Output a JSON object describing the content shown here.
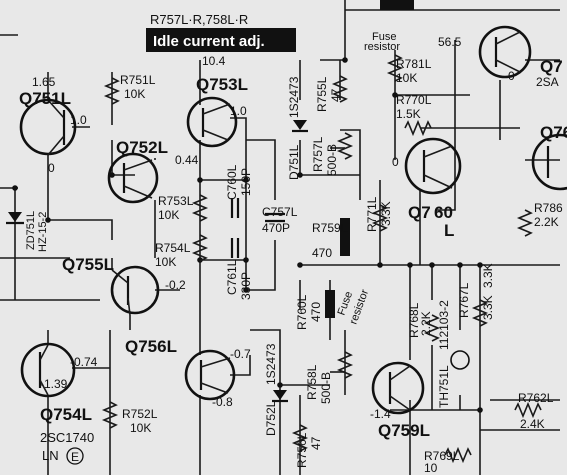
{
  "header": {
    "top_label": "R757L·R,758L·R",
    "banner": "Idle current adj.",
    "fuse_top": "Fuse",
    "fuse_top2": "resistor"
  },
  "transistors": {
    "q751": "Q751L",
    "q752": "Q752L",
    "q753": "Q753L",
    "q754": "Q754L",
    "q755": "Q755L",
    "q756": "Q756L",
    "q759": "Q759L",
    "q760a": "Q7",
    "q760b": "60",
    "q760c": "L",
    "q76x": "Q76",
    "q7edge": "Q7"
  },
  "voltages": {
    "v_165": "1.65",
    "v_10_q751": "1.0",
    "v_104": "10.4",
    "v_10_q753": "1.0",
    "v_044": "0.44",
    "v_m02": "-0.2",
    "v_m074": "-0.74",
    "v_m139": "-1.39",
    "v_m07": "-0.7",
    "v_m08": "-0.8",
    "v_m14": "-1.4",
    "v_565": "56.5",
    "v_0a": "0",
    "v_0b": "0",
    "v_0c": "0"
  },
  "components": {
    "r751": "R751L",
    "r751v": "10K",
    "r752": "R752L",
    "r752v": "10K",
    "r753": "R753L",
    "r753v": "10K",
    "r754": "R754L",
    "r754v": "10K",
    "r755": "R755L",
    "r755v": "47",
    "r756": "R756L",
    "r756v": "47",
    "r757": "R757L",
    "r757v": "500-B",
    "r758": "R758L",
    "r758v": "500-B",
    "r759": "R759L",
    "r759v": "470",
    "r760": "R760L",
    "r760v": "470",
    "r767": "R767L",
    "r767v": "3.3K",
    "r768": "R768L",
    "r768v": "2.2K",
    "r769": "R769L",
    "r769v": "10",
    "r770": "R770L",
    "r770v": "1.5K",
    "r771": "R771L",
    "r771v": "3.3K",
    "r762": "R762L",
    "r762v": "2.4K",
    "r781": "R781L",
    "r781v": "10K",
    "r786": "R786",
    "r786v": "2.2K",
    "r3k": "3.3K",
    "c757": "C757L",
    "c757v": "470P",
    "c760": "C760L",
    "c760v": "150P",
    "c761": "C761L",
    "c761v": "330P",
    "d751": "D751L",
    "d751v": "1S2473",
    "d752": "D752L",
    "d752v": "1S2473",
    "zd751": "ZD751L",
    "zd751v": "HZ-15-2",
    "th751": "TH751L",
    "th751v": "112103-2",
    "fuse_mid": "Fuse",
    "fuse_mid2": "resistor",
    "part_2sc": "2SC1740",
    "part_ln": "LN",
    "part_e": "E",
    "part_2sa": "2SA"
  }
}
